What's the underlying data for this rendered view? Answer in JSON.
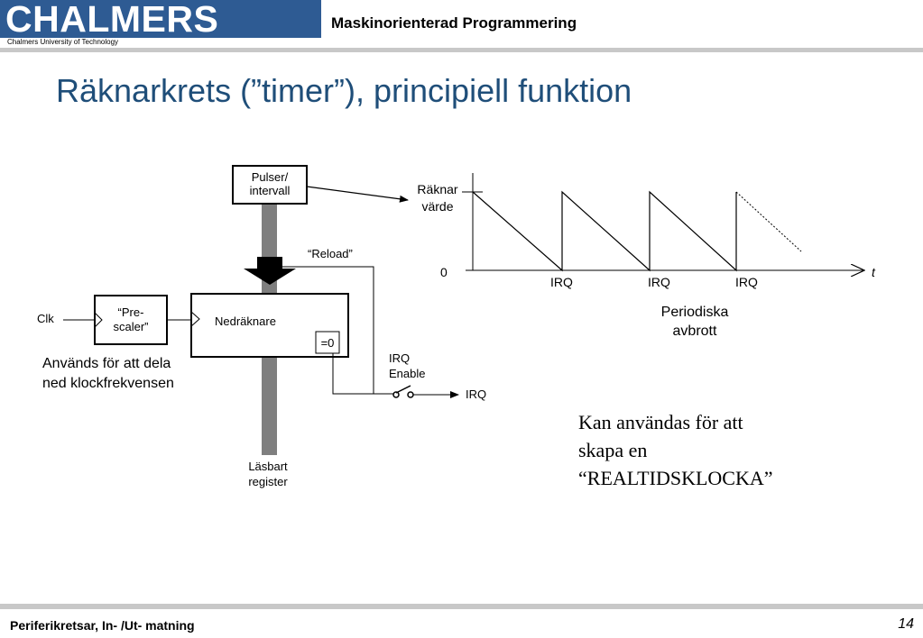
{
  "header": {
    "logo_text": "CHALMERS",
    "logo_subtitle": "Chalmers University of Technology",
    "course_title": "Maskinorienterad Programmering"
  },
  "slide": {
    "title": "Räknarkrets (”timer”), principiell funktion"
  },
  "diagram": {
    "pulser_line1": "Pulser/",
    "pulser_line2": "intervall",
    "reload": "“Reload”",
    "prescaler_line1": "“Pre-",
    "prescaler_line2": "scaler”",
    "clk": "Clk",
    "nedraknare": "Nedräknare",
    "eq0": "=0",
    "irq_enable_line1": "IRQ",
    "irq_enable_line2": "Enable",
    "irq_out": "IRQ",
    "lasbart_line1": "Läsbart",
    "lasbart_line2": "register",
    "note_left": "Används för att dela ned klockfrekvensen"
  },
  "graph": {
    "raknar_line1": "Räknar",
    "raknar_line2": "värde",
    "zero": "0",
    "t_label": "t",
    "irq_labels": [
      "IRQ",
      "IRQ",
      "IRQ"
    ],
    "periodiska_line1": "Periodiska",
    "periodiska_line2": "avbrott"
  },
  "note_right": {
    "line1": "Kan användas för att",
    "line2": "skapa en",
    "line3": "“REALTIDSKLOCKA”"
  },
  "footer": {
    "left": "Periferikretsar, In- /Ut- matning",
    "page_number": "14"
  },
  "colors": {
    "logo_blue": "#2e5b93",
    "title_blue": "#1f4e79",
    "rule_gray": "#c8c8c8",
    "bus_gray": "#7f7f7f"
  }
}
